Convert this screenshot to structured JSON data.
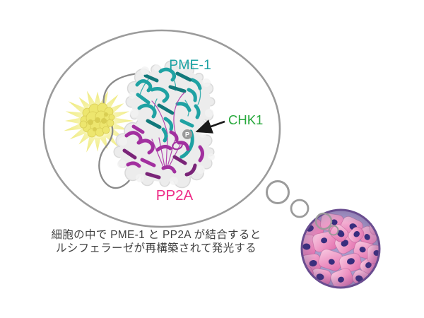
{
  "diagram": {
    "labels": {
      "pme1": "PME-1",
      "pp2a": "PP2A",
      "chk1": "CHK1",
      "phospho": "P"
    },
    "caption": {
      "line1": "細胞の中で PME-1 と PP2A が結合すると",
      "line2": "ルシフェラーゼが再構築されて発光する"
    },
    "icons": {
      "thought_bubble": "thought-bubble",
      "burst": "luminescence-burst-icon",
      "luciferase": "luciferase-protein-icon",
      "pme1_structure": "pme1-protein-structure",
      "pp2a_structure": "pp2a-protein-structure",
      "phospho_badge": "phosphorylation-badge",
      "chk1_arrow": "chk1-arrow-icon",
      "cell_image": "cell-micrograph"
    },
    "colors": {
      "pme1_label": "#1CA3A4",
      "pp2a_label": "#EE2D87",
      "chk1_label": "#27A83C",
      "pme1_ribbon": "#1FA2A3",
      "pp2a_ribbon": "#A2309F",
      "phospho_badge": "#9A9A9A",
      "bubble_outline": "#9B9B9B",
      "starburst": "#F2EE8F",
      "luciferase": "#EDE66E",
      "caption_text": "#3F3F3F",
      "cell_border": "#6A4D90",
      "cell_cytoplasm": "#EC87BB",
      "cell_background": "#A89BCB",
      "cell_nucleus": "#382D7E"
    }
  }
}
